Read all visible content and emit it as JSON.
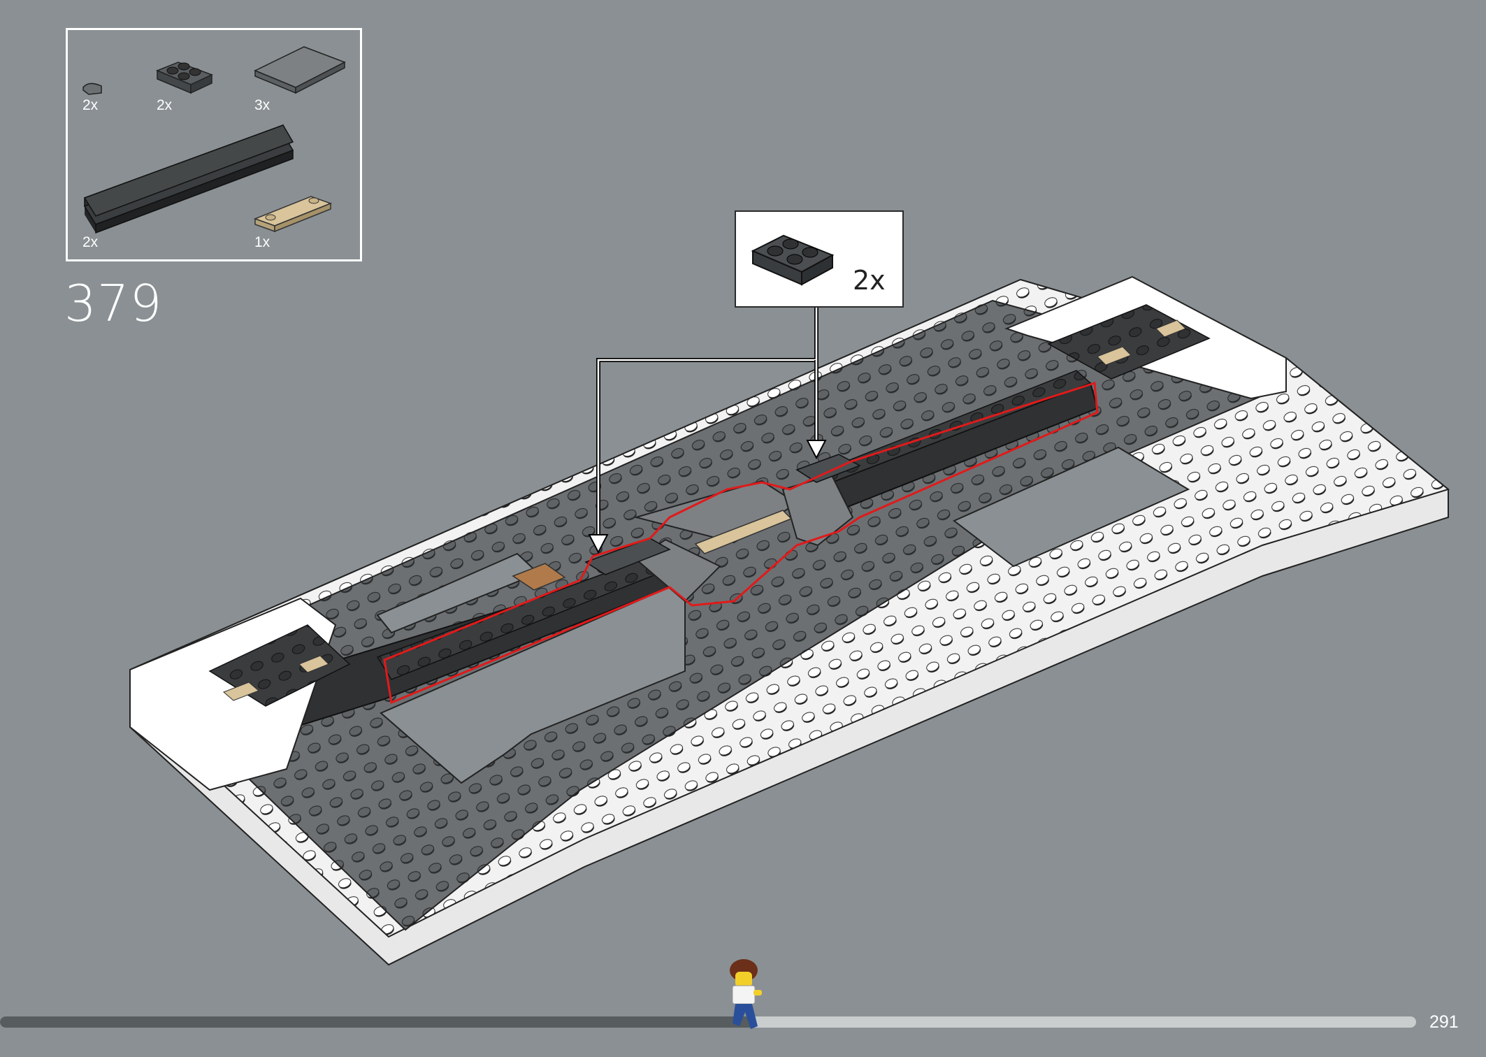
{
  "parts_list": {
    "items": [
      {
        "name": "tile-quarter-round-dark-gray",
        "qty": "2x"
      },
      {
        "name": "plate-2x2-dark-gray",
        "qty": "2x"
      },
      {
        "name": "tile-2x6-gray",
        "qty": "3x"
      },
      {
        "name": "brick-1x12-black",
        "qty": "2x"
      },
      {
        "name": "plate-1x4-tan",
        "qty": "1x"
      }
    ]
  },
  "step": {
    "number": "379"
  },
  "callout": {
    "part": "plate-2x2-dark-gray",
    "qty": "2x"
  },
  "page": {
    "number": "291",
    "progress": 0.53
  },
  "colors": {
    "background": "#8a9093",
    "white_brick": "#ffffff",
    "dark_gray": "#4b4f52",
    "gray": "#6c7073",
    "black": "#2f3133",
    "tan": "#d9c49b",
    "highlight": "#e11a1a"
  }
}
